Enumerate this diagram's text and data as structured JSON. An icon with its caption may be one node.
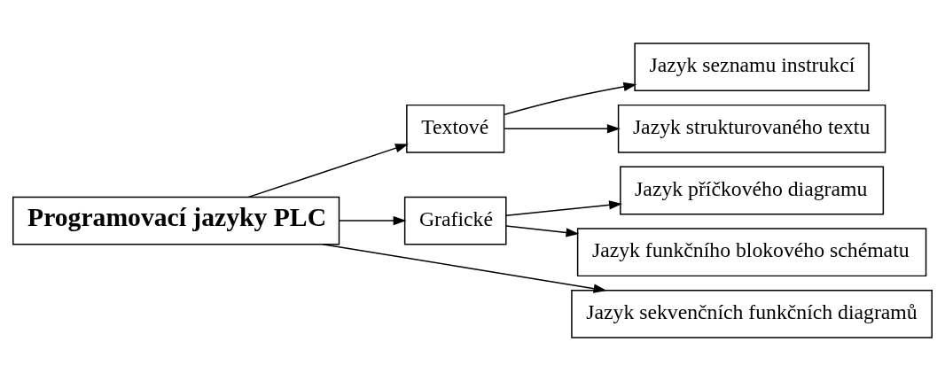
{
  "diagram": {
    "nodes": [
      {
        "text": [
          "Programovací jazyky PLC"
        ]
      },
      {
        "text": [
          "Textové"
        ]
      },
      {
        "text": [
          "Grafické"
        ]
      },
      {
        "text": [
          "Jazyk seznamu instrukcí"
        ]
      },
      {
        "text": [
          "Jazyk strukturovaného textu"
        ]
      },
      {
        "text": [
          "Jazyk příčkového diagramu"
        ]
      },
      {
        "text": [
          "Jazyk funkčního blokového schématu"
        ]
      },
      {
        "text": [
          "Jazyk sekvenčních funkčních diagramů"
        ]
      }
    ],
    "edges": [
      {
        "from": 0,
        "to": 1,
        "arrow": "to"
      },
      {
        "from": 0,
        "to": 2,
        "arrow": "to"
      },
      {
        "from": 0,
        "to": 7,
        "arrow": "to"
      },
      {
        "from": 1,
        "to": 3,
        "arrow": "to"
      },
      {
        "from": 1,
        "to": 4,
        "arrow": "to"
      },
      {
        "from": 2,
        "to": 5,
        "arrow": "to"
      },
      {
        "from": 2,
        "to": 6,
        "arrow": "to"
      }
    ]
  }
}
